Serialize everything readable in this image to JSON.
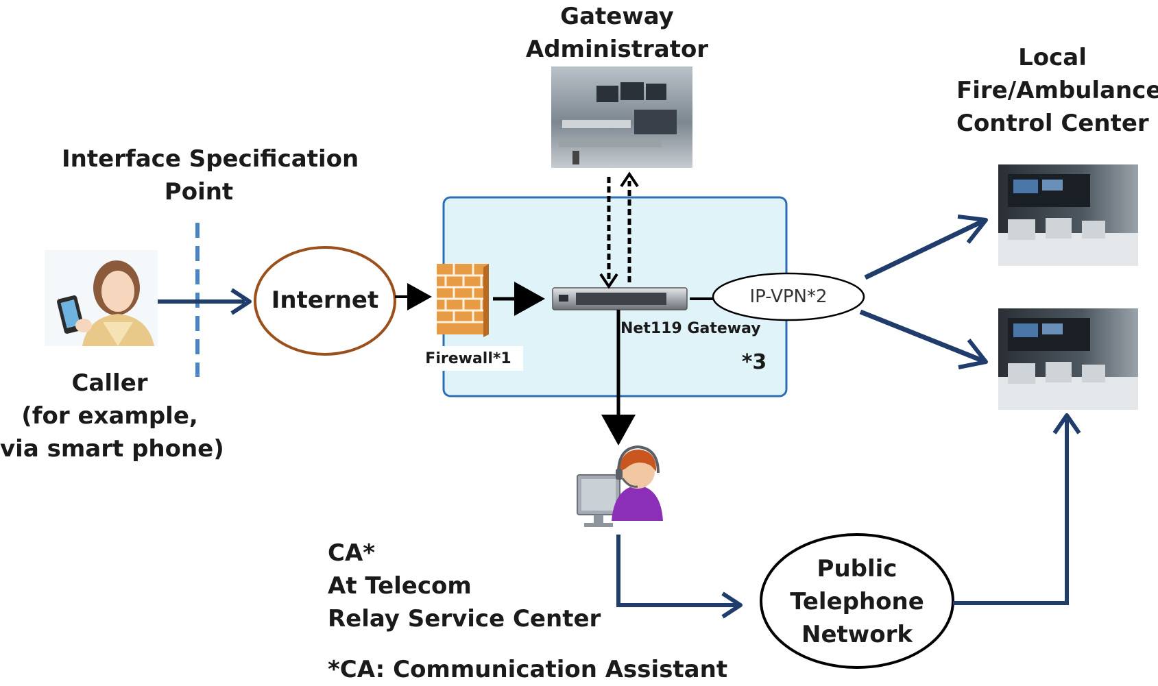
{
  "gateway_admin": {
    "line1": "Gateway",
    "line2": "Administrator"
  },
  "control_center": {
    "line1": "Local",
    "line2": "Fire/Ambulance",
    "line3": "Control Center"
  },
  "interface_point": {
    "line1": "Interface Specification",
    "line2": "Point"
  },
  "internet": {
    "label": "Internet"
  },
  "firewall": {
    "label": "Firewall*1"
  },
  "gateway": {
    "label": "Net119 Gateway"
  },
  "ipvpn": {
    "label": "IP-VPN*2"
  },
  "note3": {
    "label": "*3"
  },
  "caller": {
    "line1": "Caller",
    "line2": "(for example,",
    "line3": "via smart phone)"
  },
  "ca": {
    "line1": "CA*",
    "line2": "At Telecom",
    "line3": "Relay Service Center"
  },
  "pstn": {
    "line1": "Public",
    "line2": "Telephone",
    "line3": "Network"
  },
  "footnote": {
    "label": "*CA: Communication Assistant"
  },
  "colors": {
    "arrow_blue": "#1f3c6b",
    "gateway_box_fill": "#dff3f9",
    "gateway_box_stroke": "#2e6db5",
    "internet_ring": "#9a4f1c",
    "interface_dashes": "#4a86c8",
    "firewall_brick": "#d9822b"
  },
  "icons": {
    "caller": "woman-with-smartphone-icon",
    "firewall": "brick-firewall-icon",
    "gateway_device": "rack-server-icon",
    "admin_room": "control-room-photo",
    "control_center_rooms": "dispatch-center-photo",
    "communication_assistant": "headset-operator-icon"
  }
}
